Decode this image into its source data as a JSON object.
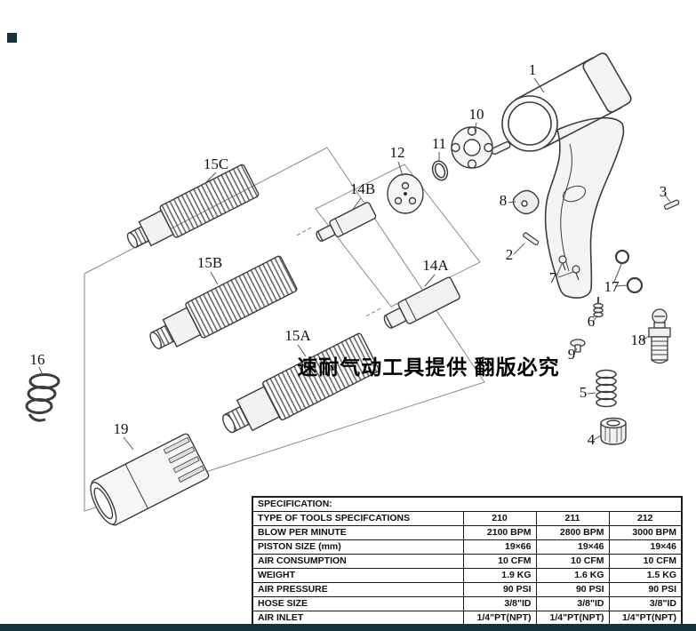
{
  "watermark": "速耐气动工具提供 翻版必究",
  "colors": {
    "footer_bar": "#12333a",
    "ink": "#111111"
  },
  "diagram": {
    "labels": {
      "p1": "1",
      "p2": "2",
      "p3": "3",
      "p4": "4",
      "p5": "5",
      "p6": "6",
      "p7": "7",
      "p8": "8",
      "p9": "9",
      "p10": "10",
      "p11": "11",
      "p12": "12",
      "p14a": "14A",
      "p14b": "14B",
      "p15a": "15A",
      "p15b": "15B",
      "p15c": "15C",
      "p16": "16",
      "p17": "17",
      "p18": "18",
      "p19": "19"
    }
  },
  "table": {
    "title": "SPECIFICATION:",
    "header": {
      "label": "TYPE OF TOOLS SPECIFCATIONS",
      "c1": "210",
      "c2": "211",
      "c3": "212"
    },
    "rows": [
      {
        "label": "BLOW PER MINUTE",
        "c1": "2100 BPM",
        "c2": "2800 BPM",
        "c3": "3000 BPM"
      },
      {
        "label": "PISTON SIZE (mm)",
        "c1": "19×66",
        "c2": "19×46",
        "c3": "19×46"
      },
      {
        "label": "AIR CONSUMPTION",
        "c1": "10 CFM",
        "c2": "10 CFM",
        "c3": "10 CFM"
      },
      {
        "label": "WEIGHT",
        "c1": "1.9 KG",
        "c2": "1.6 KG",
        "c3": "1.5 KG"
      },
      {
        "label": "AIR PRESSURE",
        "c1": "90 PSI",
        "c2": "90 PSI",
        "c3": "90 PSI"
      },
      {
        "label": "HOSE SIZE",
        "c1": "3/8\"ID",
        "c2": "3/8\"ID",
        "c3": "3/8\"ID"
      },
      {
        "label": "AIR INLET",
        "c1": "1/4\"PT(NPT)",
        "c2": "1/4\"PT(NPT)",
        "c3": "1/4\"PT(NPT)"
      }
    ]
  }
}
